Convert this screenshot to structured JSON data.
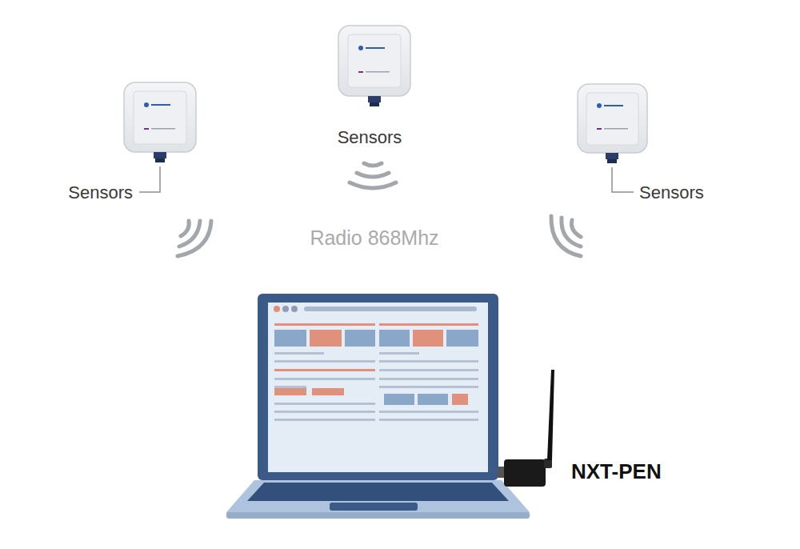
{
  "diagram": {
    "labels": [
      "Sensors",
      "Sensors",
      "Sensors",
      "Radio 868Mhz",
      "NXT-PEN"
    ]
  }
}
